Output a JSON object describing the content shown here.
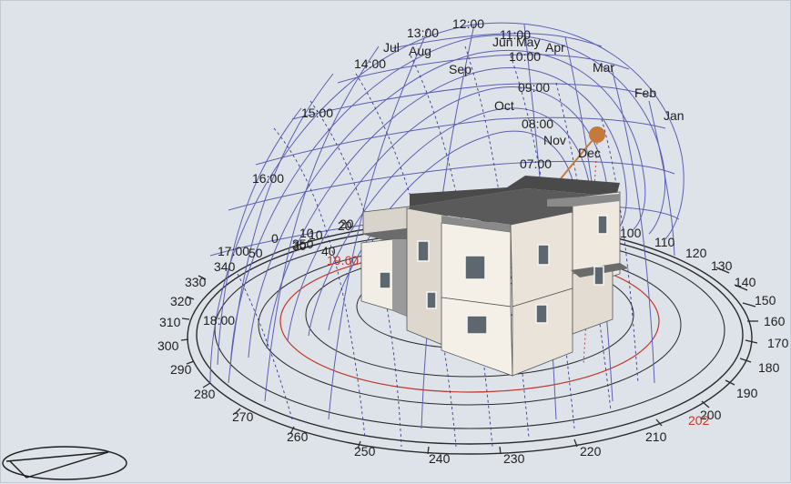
{
  "hour_labels": [
    "13:00",
    "12:00",
    "11:00",
    "10:00",
    "09:00",
    "08:00",
    "07:00",
    "14:00",
    "15:00",
    "16:00",
    "17:00",
    "18:00"
  ],
  "month_labels": [
    "Jul",
    "Aug",
    "Jun",
    "May",
    "Apr",
    "Mar",
    "Feb",
    "Jan",
    "Sep",
    "Oct",
    "Nov",
    "Dec"
  ],
  "azimuth_labels": [
    "100",
    "110",
    "120",
    "130",
    "140",
    "150",
    "160",
    "170",
    "180",
    "190",
    "200",
    "210",
    "220",
    "230",
    "240",
    "250",
    "260",
    "270",
    "280",
    "290",
    "300",
    "310",
    "320",
    "330",
    "340",
    "350",
    "0",
    "10",
    "20"
  ],
  "altitude_labels": [
    "10",
    "20",
    "30",
    "40",
    "50"
  ],
  "sun_azimuth_label": "202",
  "sun_altitude_label": "19.60",
  "colors": {
    "background": "#dee3ea",
    "sun_path_grid": "#5b5fb0",
    "sun": "#c57a3c",
    "current_sun_path": "#c0392b",
    "compass_rings": "#2a2a2a"
  }
}
